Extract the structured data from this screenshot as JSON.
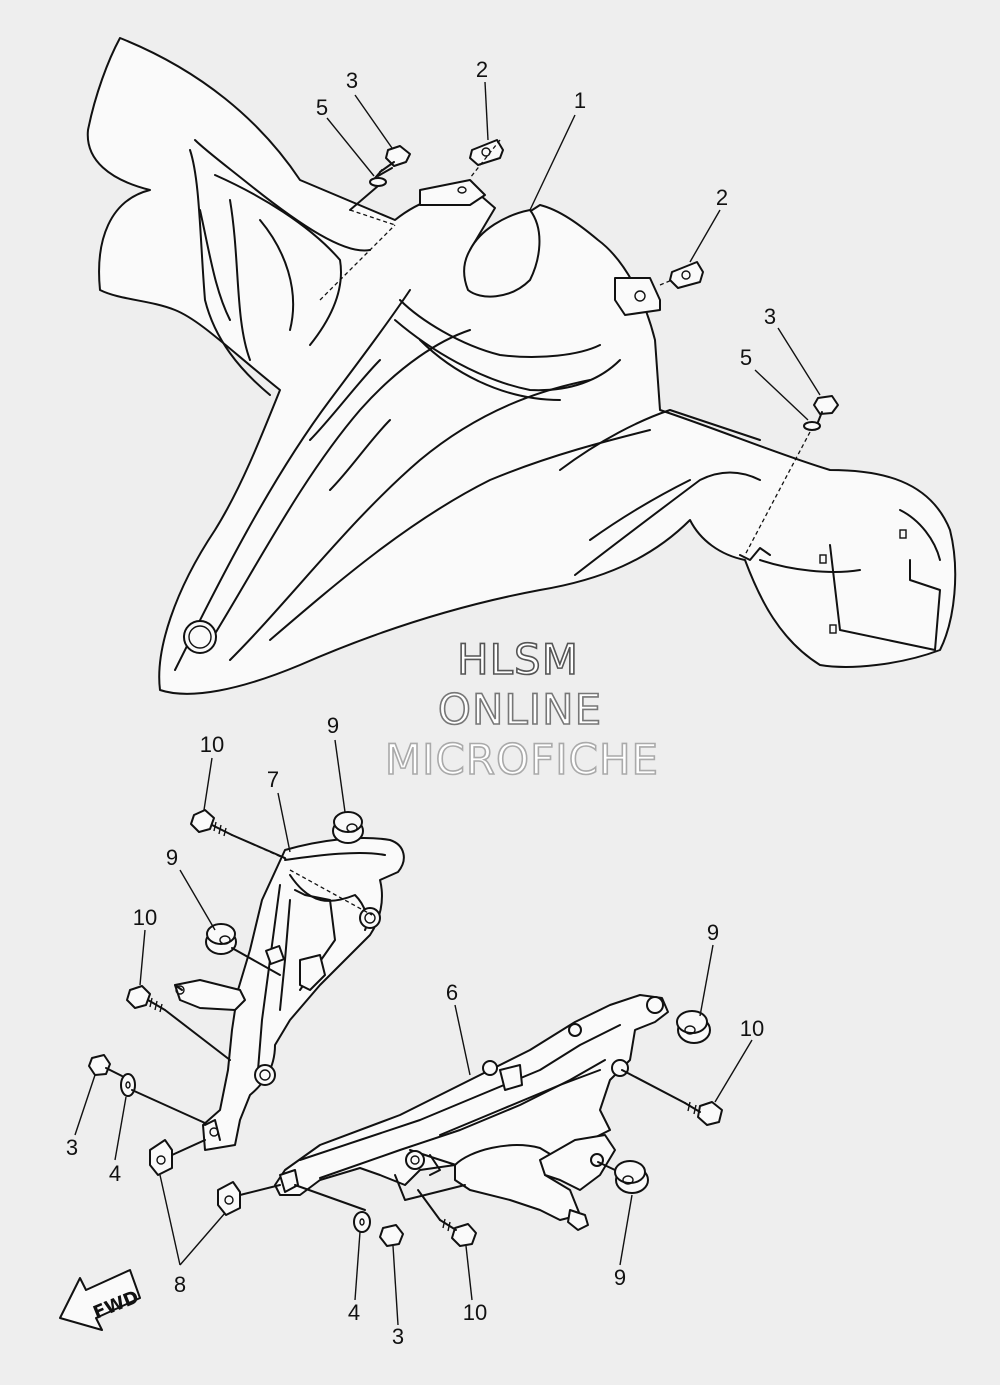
{
  "callouts": {
    "c1": "1",
    "c2a": "2",
    "c2b": "2",
    "c3a": "3",
    "c3b": "3",
    "c3c": "3",
    "c3d": "3",
    "c4a": "4",
    "c4b": "4",
    "c5a": "5",
    "c5b": "5",
    "c6": "6",
    "c7": "7",
    "c8": "8",
    "c9a": "9",
    "c9b": "9",
    "c9c": "9",
    "c9d": "9",
    "c10a": "10",
    "c10b": "10",
    "c10c": "10",
    "c10d": "10"
  },
  "watermark": {
    "line1": "HLSM",
    "line2": "ONLINE",
    "line3": "MICROFICHE"
  },
  "fwd_label": "FWD"
}
